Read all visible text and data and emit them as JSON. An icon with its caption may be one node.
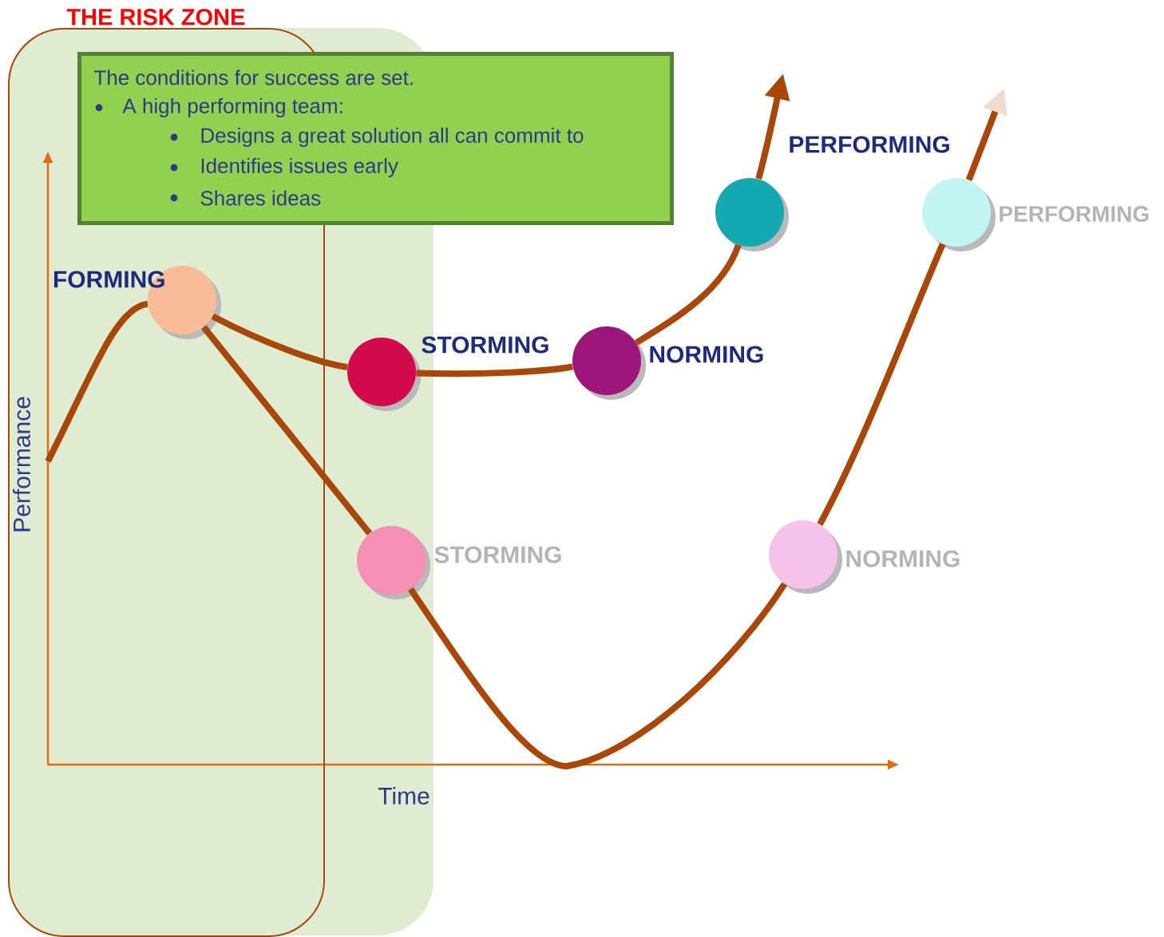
{
  "diagram": {
    "nodes": [
      {
        "text": [
          "THE RISK ZONE"
        ]
      },
      {
        "text": [
          "The conditions for success are set.",
          "A high performing team:",
          "Designs a great solution all can commit to",
          "Identifies issues early",
          "Shares ideas"
        ]
      },
      {
        "text": [],
        "shape": "circle",
        "beside": [
          "FORMING"
        ],
        "in": 0
      },
      {
        "text": [],
        "shape": "circle",
        "beside": [
          "STORMING"
        ]
      },
      {
        "text": [],
        "shape": "circle",
        "beside": [
          "NORMING"
        ]
      },
      {
        "text": [],
        "shape": "circle",
        "beside": [
          "PERFORMING"
        ]
      },
      {
        "text": [],
        "shape": "circle",
        "beside": [
          "STORMING"
        ]
      },
      {
        "text": [],
        "shape": "circle",
        "beside": [
          "NORMING"
        ]
      },
      {
        "text": [],
        "shape": "circle",
        "beside": [
          "PERFORMING"
        ]
      }
    ],
    "edges": [
      {
        "from": null,
        "to": 2,
        "arrow": "none"
      },
      {
        "from": 2,
        "to": 3,
        "arrow": "none"
      },
      {
        "from": 3,
        "to": 4,
        "arrow": "none"
      },
      {
        "from": 4,
        "to": 5,
        "arrow": "none"
      },
      {
        "from": 5,
        "to": null,
        "arrow": "to"
      },
      {
        "from": 2,
        "to": 6,
        "arrow": "none"
      },
      {
        "from": 6,
        "to": 7,
        "arrow": "none"
      },
      {
        "from": 7,
        "to": 8,
        "arrow": "none"
      },
      {
        "from": 8,
        "to": null,
        "arrow": "to"
      }
    ],
    "labels": [
      "Performance",
      "Time"
    ]
  }
}
